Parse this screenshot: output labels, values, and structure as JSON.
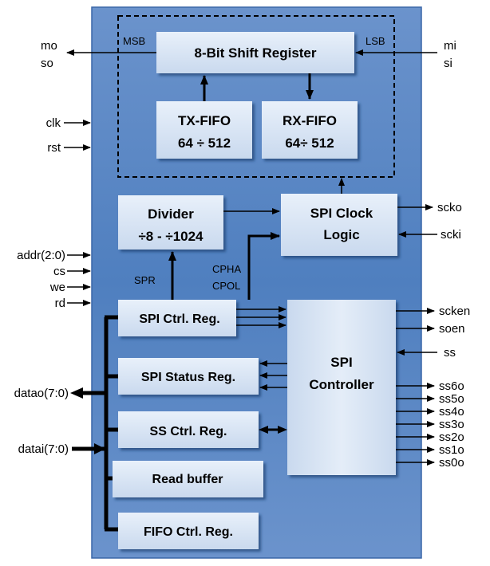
{
  "blocks": {
    "shift_register": "8-Bit Shift Register",
    "tx_fifo": [
      "TX-FIFO",
      "64 ÷ 512"
    ],
    "rx_fifo": [
      "RX-FIFO",
      "64÷ 512"
    ],
    "divider": [
      "Divider",
      "÷8 - ÷1024"
    ],
    "spi_clock_logic": [
      "SPI Clock",
      "Logic"
    ],
    "spi_ctrl_reg": "SPI Ctrl. Reg.",
    "spi_status_reg": "SPI Status Reg.",
    "ss_ctrl_reg": "SS Ctrl. Reg.",
    "read_buffer": "Read buffer",
    "fifo_ctrl_reg": "FIFO Ctrl. Reg.",
    "spi_controller": [
      "SPI",
      "Controller"
    ]
  },
  "labels": {
    "msb": "MSB",
    "lsb": "LSB",
    "spr": "SPR",
    "cpha": "CPHA",
    "cpol": "CPOL"
  },
  "left_signals": {
    "mo": "mo",
    "so": "so",
    "clk": "clk",
    "rst": "rst",
    "addr": "addr(2:0)",
    "cs": "cs",
    "we": "we",
    "rd": "rd",
    "datao": "datao(7:0)",
    "datai": "datai(7:0)"
  },
  "right_signals": {
    "mi": "mi",
    "si": "si",
    "scko": "scko",
    "scki": "scki",
    "scken": "scken",
    "soen": "soen",
    "ss": "ss",
    "ss_outputs": [
      "ss6o",
      "ss5o",
      "ss4o",
      "ss3o",
      "ss2o",
      "ss1o",
      "ss0o"
    ]
  },
  "colors": {
    "outer_fill": "#4f81bd",
    "block_fill": "#dfe9f6",
    "line": "#000000"
  }
}
